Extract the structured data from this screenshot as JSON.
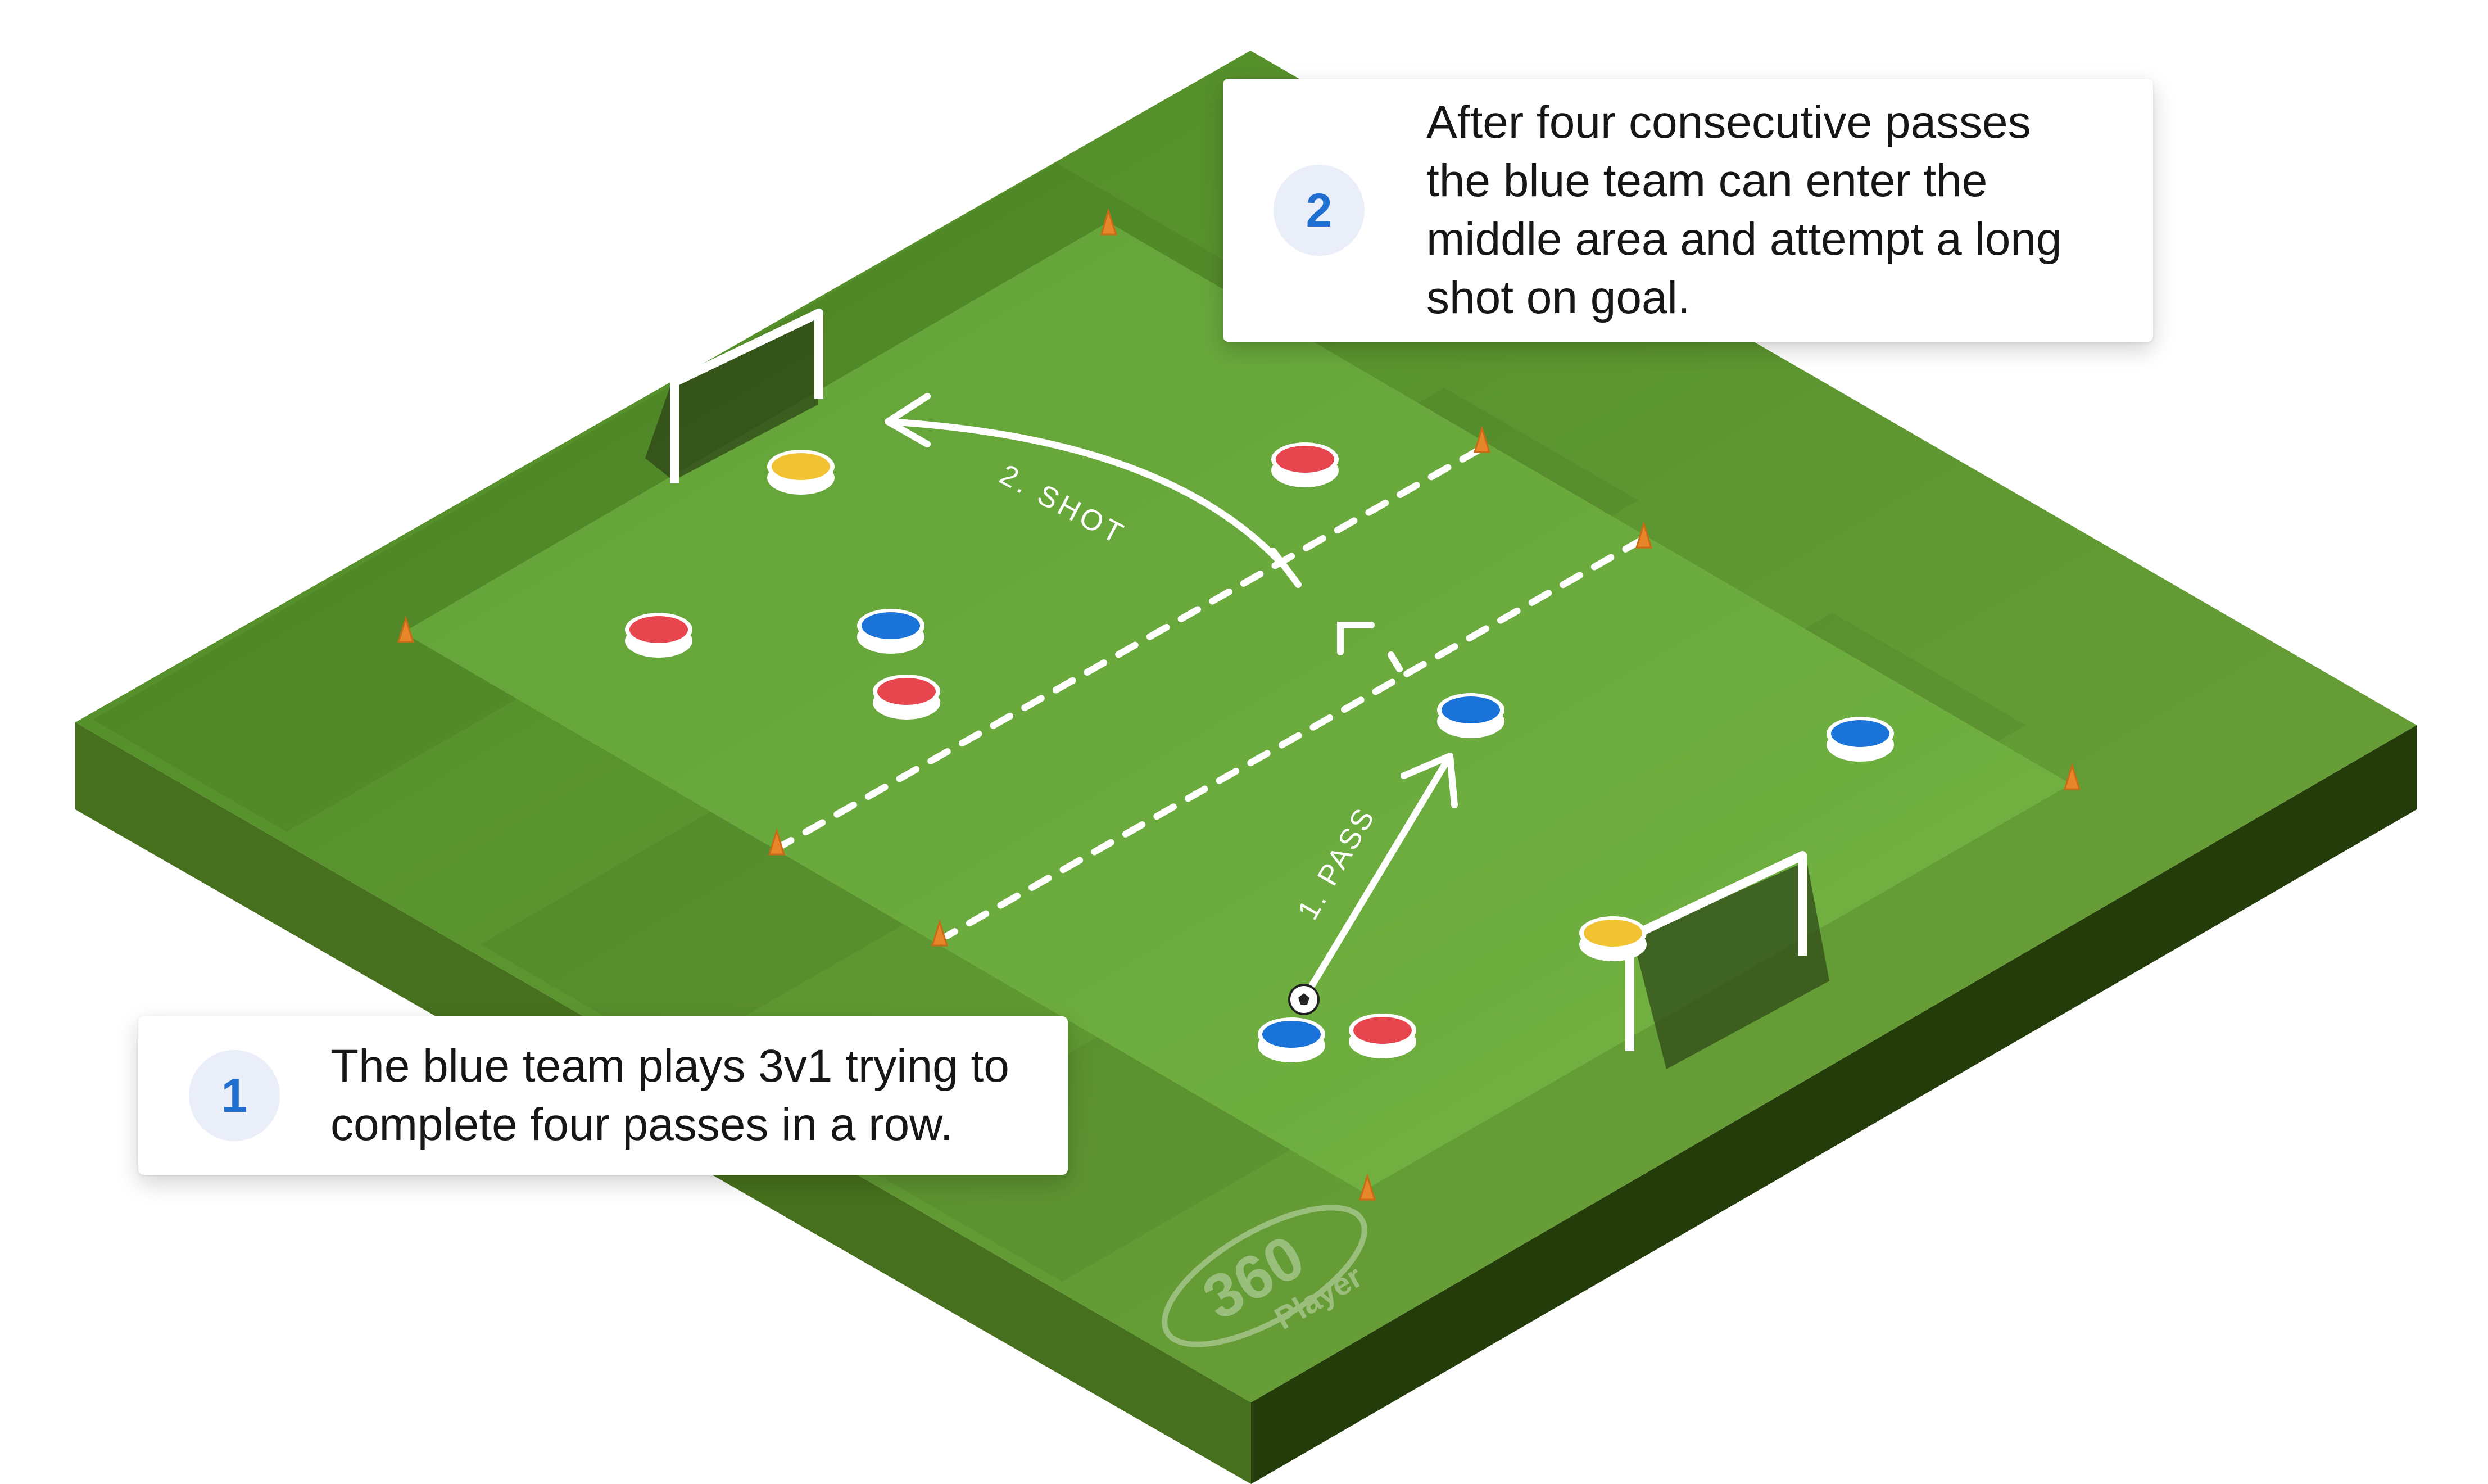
{
  "callouts": [
    {
      "number": "1",
      "text": "The blue team plays 3v1 trying to complete four passes in a row."
    },
    {
      "number": "2",
      "text": "After four consecutive passes the blue team can enter the middle area and attempt a long shot on goal."
    }
  ],
  "pitch_labels": {
    "shot": "2. SHOT",
    "pass": "1. PASS"
  },
  "logo": {
    "text": "360",
    "subtext": "Player"
  },
  "colors": {
    "pitch_light": "#5f9a33",
    "pitch_dark": "#4e8227",
    "side_left": "#46701d",
    "side_right": "#253d0a",
    "blue_team": "#1a73d9",
    "red_team": "#e8464f",
    "neutral_yellow": "#f1c232",
    "cone": "#e8872a",
    "badge_text": "#1f6fd1"
  },
  "players": [
    {
      "team": "yellow",
      "role": "goalkeeper"
    },
    {
      "team": "red"
    },
    {
      "team": "red"
    },
    {
      "team": "blue"
    },
    {
      "team": "red"
    },
    {
      "team": "blue"
    },
    {
      "team": "blue"
    },
    {
      "team": "blue",
      "has_ball": true
    },
    {
      "team": "red"
    },
    {
      "team": "yellow",
      "role": "goalkeeper"
    }
  ]
}
